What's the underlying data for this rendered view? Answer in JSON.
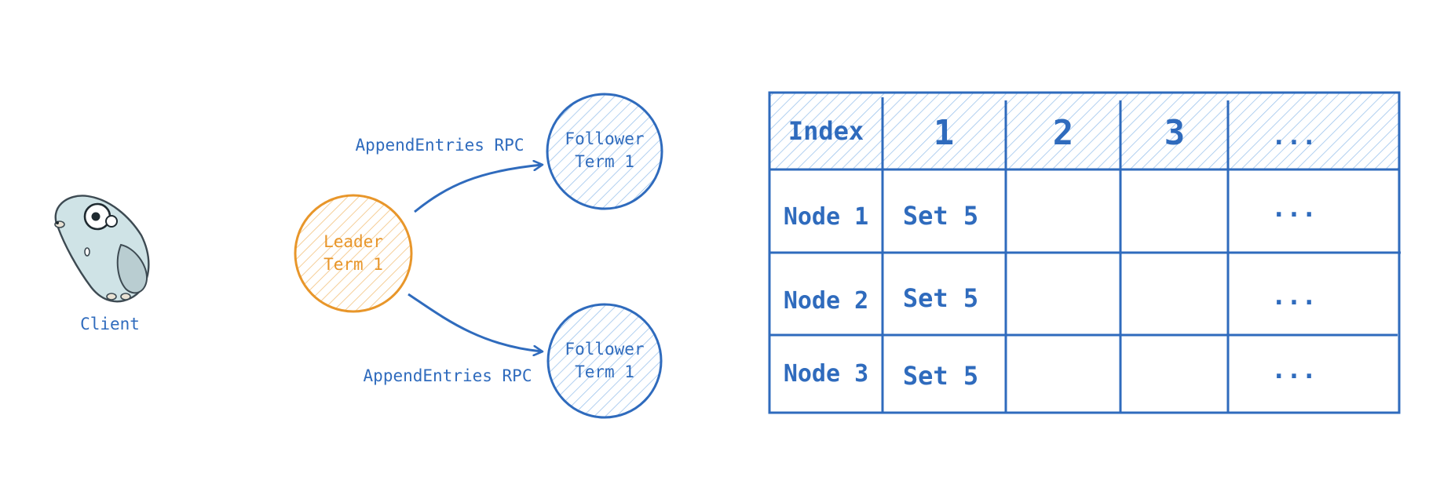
{
  "client": {
    "label": "Client"
  },
  "leader": {
    "line1": "Leader",
    "line2": "Term 1"
  },
  "followers": [
    {
      "line1": "Follower",
      "line2": "Term 1",
      "rpc_label": "AppendEntries RPC"
    },
    {
      "line1": "Follower",
      "line2": "Term 1",
      "rpc_label": "AppendEntries RPC"
    }
  ],
  "log_table": {
    "header": [
      "Index",
      "1",
      "2",
      "3",
      "..."
    ],
    "rows": [
      [
        "Node 1",
        "Set 5",
        "",
        "",
        "..."
      ],
      [
        "Node 2",
        "Set 5",
        "",
        "",
        "..."
      ],
      [
        "Node 3",
        "Set 5",
        "",
        "",
        "..."
      ]
    ]
  },
  "colors": {
    "blue": "#2f6bbd",
    "hatch_blue": "#9ec4ec",
    "orange": "#e8962a",
    "hatch_orange": "#f3c27e",
    "gopher_body": "#cfe3e6"
  },
  "icons": {
    "client": "gopher-mascot-icon"
  }
}
